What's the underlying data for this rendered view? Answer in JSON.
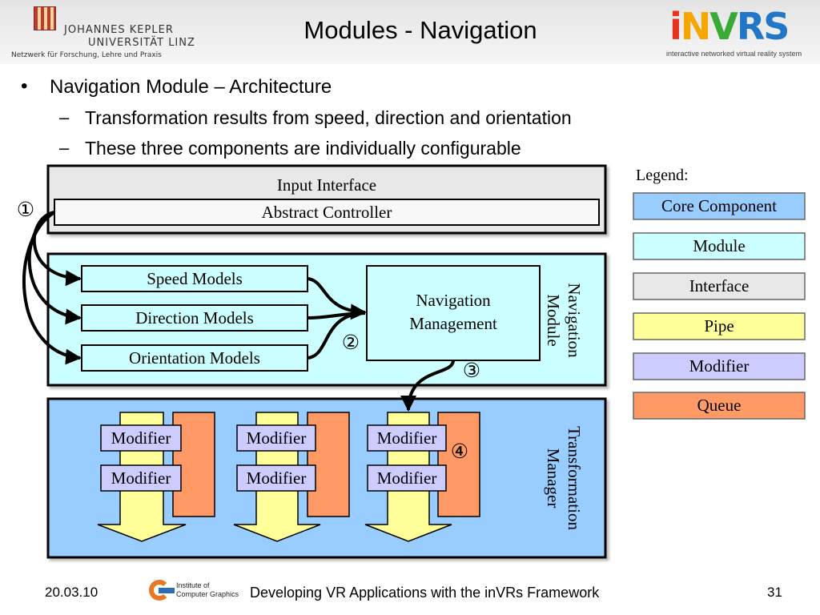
{
  "header": {
    "title": "Modules - Navigation",
    "jku": {
      "line1": "JOHANNES KEPLER",
      "line2": "UNIVERSITÄT LINZ",
      "line3": "Netzwerk für Forschung, Lehre und Praxis"
    },
    "invrs": {
      "logo": [
        "i",
        "N",
        "V",
        "RS"
      ],
      "tagline": "interactive networked virtual reality system"
    }
  },
  "bullets": {
    "main": {
      "marker": "•",
      "text": "Navigation Module – Architecture"
    },
    "subs": [
      {
        "marker": "–",
        "text": "Transformation results from speed, direction and orientation"
      },
      {
        "marker": "–",
        "text": "These three components are individually configurable"
      }
    ]
  },
  "diagram": {
    "input_interface": {
      "label": "Input Interface",
      "controller": "Abstract Controller"
    },
    "navigation_module": {
      "label_line1": "Navigation",
      "label_line2": "Module",
      "speed": "Speed Models",
      "direction": "Direction Models",
      "orientation": "Orientation Models",
      "management_line1": "Navigation",
      "management_line2": "Management"
    },
    "transformation_manager": {
      "label_line1": "Transformation",
      "label_line2": "Manager",
      "modifier": "Modifier"
    },
    "markers": [
      "①",
      "②",
      "③",
      "④"
    ],
    "legend": {
      "title": "Legend:",
      "items": [
        {
          "label": "Core Component",
          "color": "#99ccff"
        },
        {
          "label": "Module",
          "color": "#ccffff"
        },
        {
          "label": "Interface",
          "color": "#e8e8e8"
        },
        {
          "label": "Pipe",
          "color": "#ffff99"
        },
        {
          "label": "Modifier",
          "color": "#ccccff"
        },
        {
          "label": "Queue",
          "color": "#ff9966"
        }
      ]
    }
  },
  "footer": {
    "date": "20.03.10",
    "icg_line1": "Institute of",
    "icg_line2": "Computer Graphics",
    "text": "Developing VR Applications with the inVRs Framework",
    "page": "31"
  }
}
